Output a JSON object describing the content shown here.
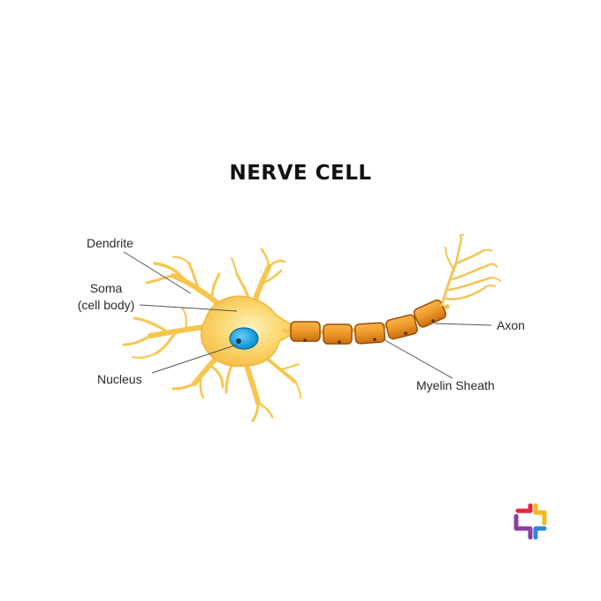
{
  "title": "NERVE CELL",
  "labels": {
    "dendrite": "Dendrite",
    "soma_line1": "Soma",
    "soma_line2": "(cell body)",
    "nucleus": "Nucleus",
    "axon": "Axon",
    "myelin": "Myelin Sheath"
  },
  "colors": {
    "cell_body": "#fbd46a",
    "cell_outline": "#f2b53f",
    "nucleus": "#1fa3e0",
    "nucleus_dark": "#11679a",
    "myelin": "#e58a1c",
    "myelin_outline": "#9c4e09",
    "leader_line": "#555555"
  },
  "logo": {
    "name": "cross-logo",
    "colors": [
      "#e8243c",
      "#f7b81c",
      "#2f86d6",
      "#8b3fa0"
    ]
  }
}
